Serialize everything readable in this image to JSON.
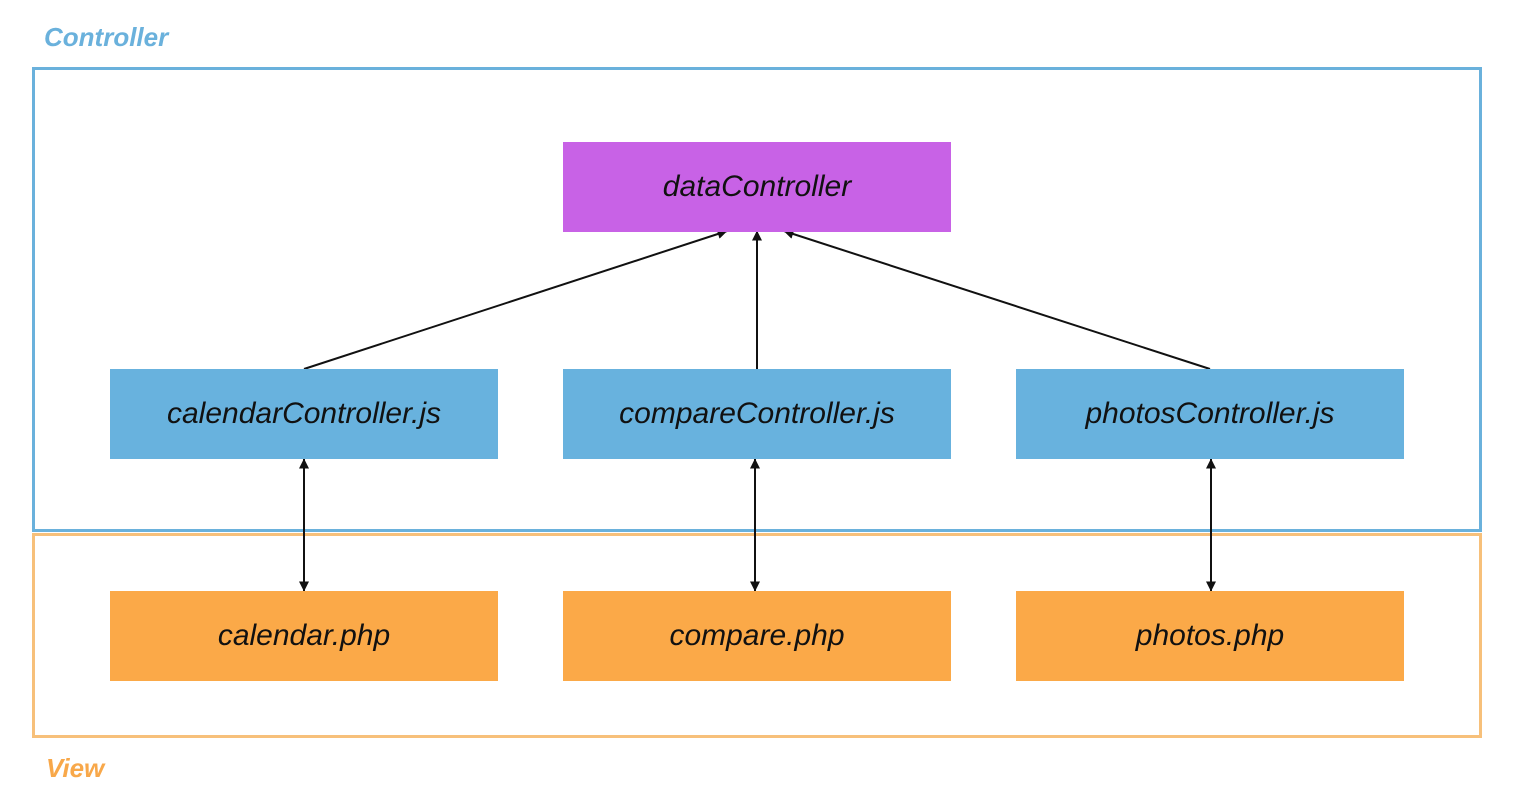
{
  "regions": {
    "controller": {
      "label": "Controller",
      "color": "#6ab1dc"
    },
    "view": {
      "label": "View",
      "color": "#f7c07a",
      "label_color": "#f8a84a"
    }
  },
  "nodes": {
    "data_controller": {
      "label": "dataController",
      "fill": "#c862e6"
    },
    "calendar_controller": {
      "label": "calendarController.js",
      "fill": "#68b2de"
    },
    "compare_controller": {
      "label": "compareController.js",
      "fill": "#68b2de"
    },
    "photos_controller": {
      "label": "photosController.js",
      "fill": "#68b2de"
    },
    "calendar_php": {
      "label": "calendar.php",
      "fill": "#fba948"
    },
    "compare_php": {
      "label": "compare.php",
      "fill": "#fba948"
    },
    "photos_php": {
      "label": "photos.php",
      "fill": "#fba948"
    }
  },
  "edges": [
    {
      "from": "calendar_controller",
      "to": "data_controller",
      "direction": "forward"
    },
    {
      "from": "compare_controller",
      "to": "data_controller",
      "direction": "forward"
    },
    {
      "from": "photos_controller",
      "to": "data_controller",
      "direction": "forward"
    },
    {
      "from": "calendar_controller",
      "to": "calendar_php",
      "direction": "both"
    },
    {
      "from": "compare_controller",
      "to": "compare_php",
      "direction": "both"
    },
    {
      "from": "photos_controller",
      "to": "photos_php",
      "direction": "both"
    }
  ],
  "edge_color": "#111111"
}
